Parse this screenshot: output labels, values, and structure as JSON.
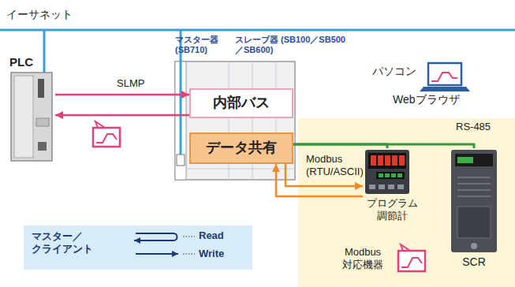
{
  "diagram": {
    "nodes": [
      {
        "text": [
          "PLC"
        ]
      },
      {
        "text": [
          "マスター器 (SB710)",
          "スレーブ器 (SB100／SB500／SB600)"
        ]
      },
      {
        "text": [
          "内部バス"
        ],
        "in": 1
      },
      {
        "text": [
          "データ共有"
        ],
        "in": 1
      },
      {
        "text": [
          "パソコン",
          "Webブラウザ"
        ]
      },
      {
        "text": [
          "RS-485"
        ]
      },
      {
        "text": [
          "プログラム 調節計"
        ],
        "in": 5
      },
      {
        "text": [
          "SCR"
        ],
        "in": 5
      }
    ],
    "edges": [
      {
        "from": 0,
        "to": 2,
        "arrow": "to"
      },
      {
        "from": 2,
        "to": 0,
        "arrow": "to"
      },
      {
        "from": 3,
        "to": 6,
        "arrow": "none"
      },
      {
        "from": 3,
        "to": 7,
        "arrow": "none"
      },
      {
        "from": 3,
        "to": 6,
        "arrow": "to"
      },
      {
        "from": 6,
        "to": 3,
        "arrow": "to"
      }
    ],
    "labels": [
      "イーサネット",
      "SLMP",
      "Modbus (RTU/ASCII)",
      "Modbus 対応機器",
      "マスター／ クライアント"
    ],
    "legend": [
      {
        "text": "Read"
      },
      {
        "text": "Write"
      }
    ]
  }
}
